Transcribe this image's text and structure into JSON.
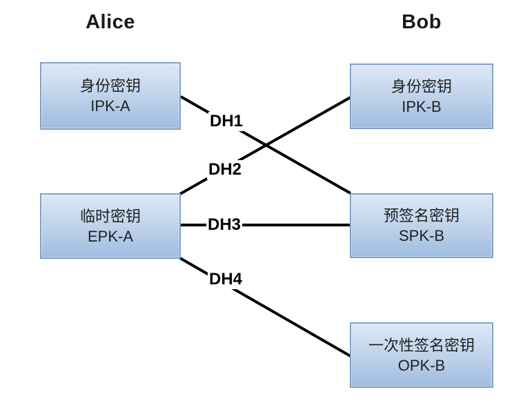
{
  "titles": {
    "left": "Alice",
    "right": "Bob"
  },
  "nodes": [
    {
      "id": "IPK-A",
      "owner": "Alice",
      "line1": "身份密钥",
      "line2": "IPK-A"
    },
    {
      "id": "EPK-A",
      "owner": "Alice",
      "line1": "临时密钥",
      "line2": "EPK-A"
    },
    {
      "id": "IPK-B",
      "owner": "Bob",
      "line1": "身份密钥",
      "line2": "IPK-B"
    },
    {
      "id": "SPK-B",
      "owner": "Bob",
      "line1": "预签名密钥",
      "line2": "SPK-B"
    },
    {
      "id": "OPK-B",
      "owner": "Bob",
      "line1": "一次性签名密钥",
      "line2": "OPK-B"
    }
  ],
  "edges": [
    {
      "label": "DH1",
      "from": "IPK-A",
      "to": "SPK-B"
    },
    {
      "label": "DH2",
      "from": "EPK-A",
      "to": "IPK-B"
    },
    {
      "label": "DH3",
      "from": "EPK-A",
      "to": "SPK-B"
    },
    {
      "label": "DH4",
      "from": "EPK-A",
      "to": "OPK-B"
    }
  ],
  "colors": {
    "background": "#ffffff",
    "box_gradient_top": "#dde8f5",
    "box_gradient_bottom": "#a0bcdf",
    "box_border": "#7f9fc8",
    "edge_line": "#000000",
    "text": "#1f1f1f"
  }
}
